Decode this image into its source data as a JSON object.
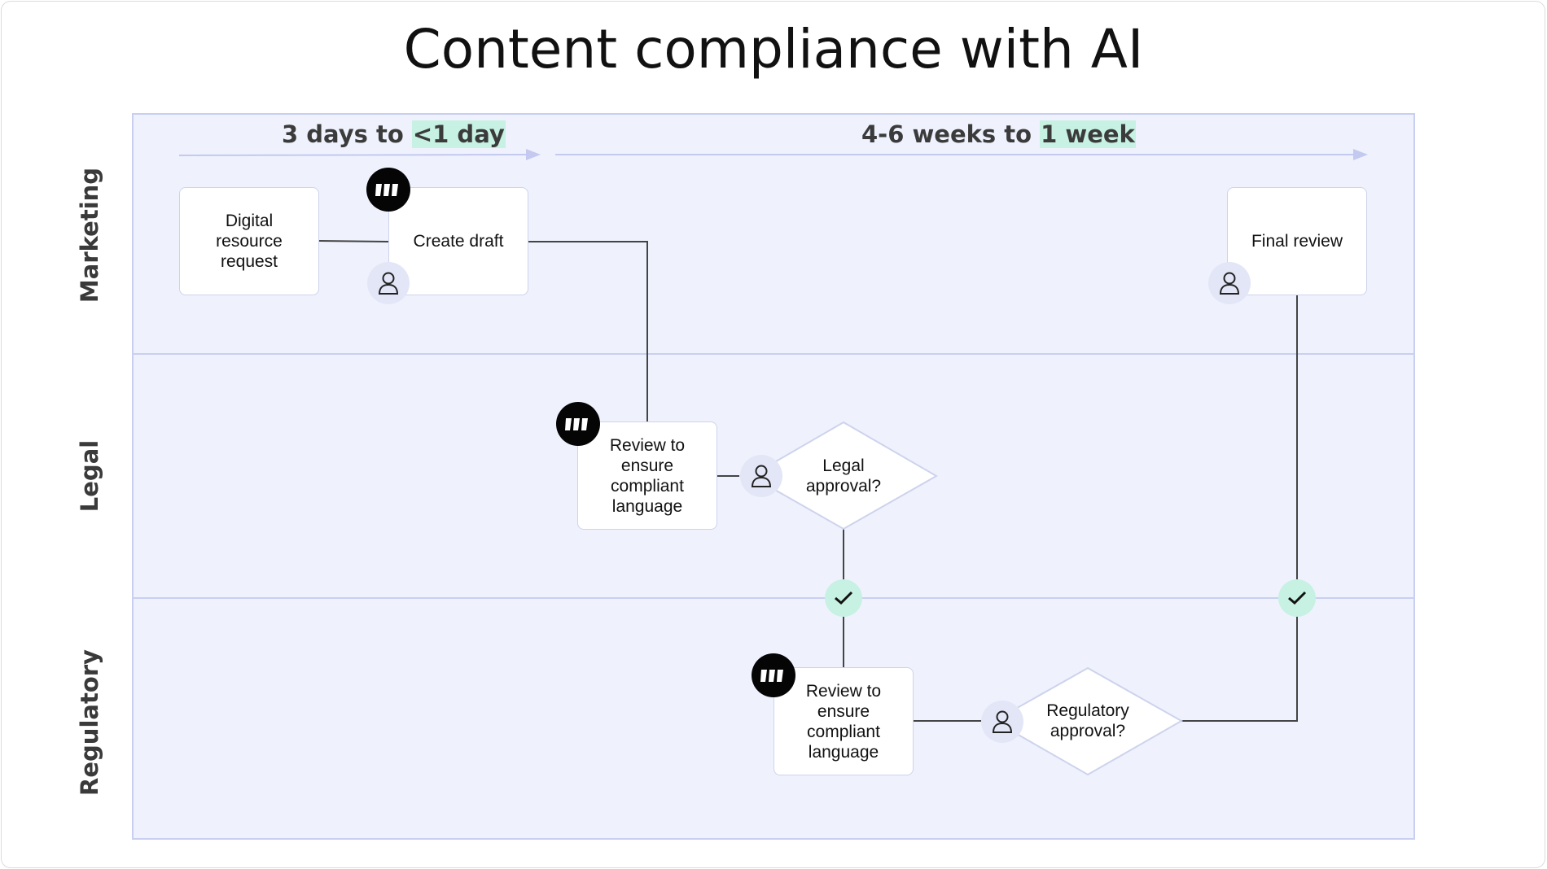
{
  "title": "Content compliance with AI",
  "lanes": [
    "Marketing",
    "Legal",
    "Regulatory"
  ],
  "timings": [
    {
      "prefix": "3 days to ",
      "highlight": "<1 day"
    },
    {
      "prefix": "4-6 weeks to ",
      "highlight": "1 week"
    }
  ],
  "nodes": {
    "digital_request": "Digital resource request",
    "create_draft": "Create draft",
    "final_review": "Final review",
    "legal_review": "Review to ensure compliant language",
    "legal_approval": "Legal approval?",
    "regulatory_review": "Review to ensure compliant language",
    "regulatory_approval": "Regulatory approval?"
  },
  "colors": {
    "canvas_bg": "#eff2fd",
    "lane_border": "#c9cff0",
    "arrow": "#c3c9ef",
    "connector": "#444444",
    "highlight": "#c7f1e2",
    "ai_badge": "#050505",
    "person_badge": "#e3e6f7",
    "check_badge": "#c7f1e2"
  },
  "icons": {
    "ai": "w-logo-icon",
    "person": "person-icon",
    "check": "checkmark-icon"
  }
}
